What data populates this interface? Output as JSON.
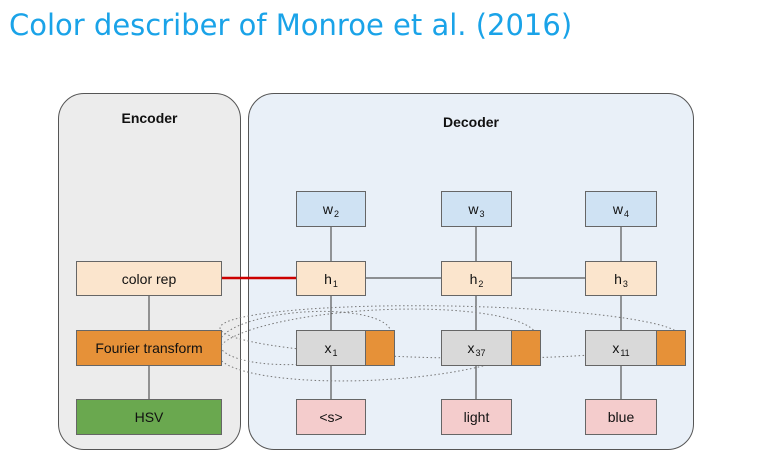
{
  "title": "Color describer of Monroe et al. (2016)",
  "encoder": {
    "label": "Encoder",
    "color_rep": "color rep",
    "fourier": "Fourier transform",
    "hsv": "HSV"
  },
  "decoder": {
    "label": "Decoder",
    "columns": [
      {
        "out": "w",
        "out_sub": "2",
        "hidden": "h",
        "hidden_sub": "1",
        "in": "x",
        "in_sub": "1",
        "token": "<s>"
      },
      {
        "out": "w",
        "out_sub": "3",
        "hidden": "h",
        "hidden_sub": "2",
        "in": "x",
        "in_sub": "37",
        "token": "light"
      },
      {
        "out": "w",
        "out_sub": "4",
        "hidden": "h",
        "hidden_sub": "3",
        "in": "x",
        "in_sub": "11",
        "token": "blue"
      }
    ]
  },
  "colors": {
    "title": "#1aa3e8",
    "color_rep_link": "#cc0000",
    "fourier": "#e69138",
    "hsv": "#6aa84f",
    "output_box": "#cfe2f3",
    "input_box": "#d9d9d9",
    "token_box": "#f4cccc",
    "encoder_bg": "#ececec",
    "decoder_bg": "#e9f0f8"
  }
}
